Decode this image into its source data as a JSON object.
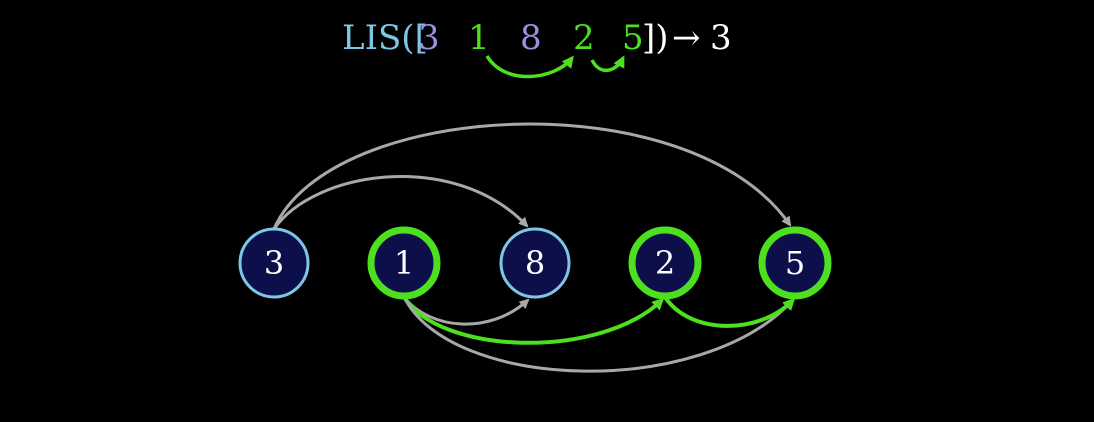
{
  "title": {
    "prefix": "LIS([",
    "sequence": [
      {
        "value": "3",
        "color": "#9b8fe0"
      },
      {
        "value": "1",
        "color": "#4ce01f"
      },
      {
        "value": "8",
        "color": "#9b8fe0"
      },
      {
        "value": "2",
        "color": "#4ce01f"
      },
      {
        "value": "5",
        "color": "#4ce01f"
      }
    ],
    "suffix": "])",
    "arrow": "→",
    "result": "3",
    "prefix_color": "#7ec6e6"
  },
  "graph": {
    "nodes": [
      {
        "value": "3",
        "in_lis": false
      },
      {
        "value": "1",
        "in_lis": true
      },
      {
        "value": "8",
        "in_lis": false
      },
      {
        "value": "2",
        "in_lis": true
      },
      {
        "value": "5",
        "in_lis": true
      }
    ],
    "edges": [
      {
        "from": 0,
        "to": 2,
        "in_lis": false
      },
      {
        "from": 0,
        "to": 4,
        "in_lis": false
      },
      {
        "from": 1,
        "to": 2,
        "in_lis": false
      },
      {
        "from": 1,
        "to": 3,
        "in_lis": true
      },
      {
        "from": 1,
        "to": 4,
        "in_lis": false
      },
      {
        "from": 3,
        "to": 4,
        "in_lis": true
      }
    ]
  },
  "colors": {
    "background": "#000000",
    "node_fill": "#0d0f4a",
    "node_stroke": "#7ec6e6",
    "lis_stroke": "#4ce01f",
    "edge": "#a8a8a8",
    "lis_edge": "#4ce01f",
    "text": "#ffffff"
  }
}
